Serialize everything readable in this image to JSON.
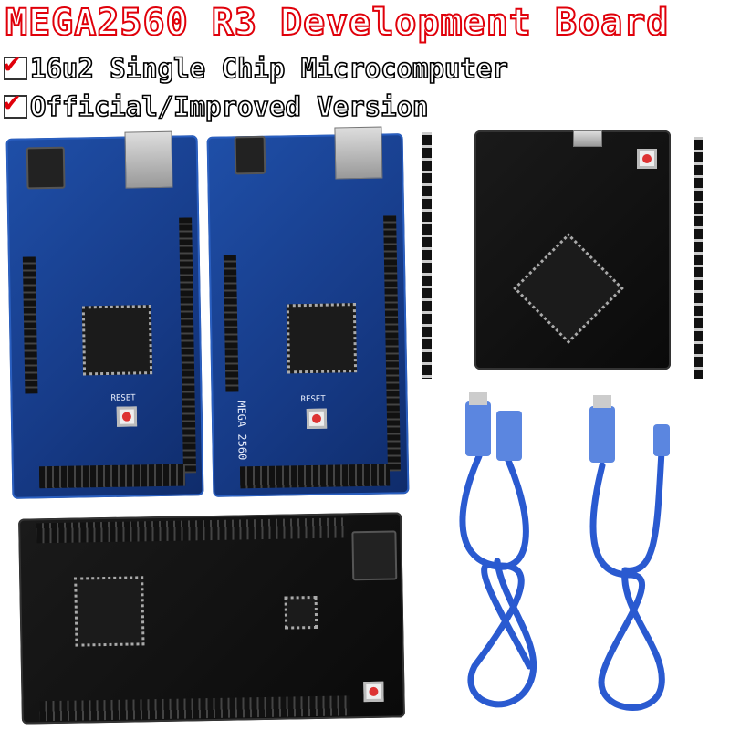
{
  "header": {
    "title": "MEGA2560 R3 Development Board",
    "features": [
      {
        "icon": "checkbox-checked-icon",
        "text": "16u2 Single Chip Microcomputer"
      },
      {
        "icon": "checkbox-checked-icon",
        "text": "Official/Improved Version"
      }
    ]
  },
  "colors": {
    "title_outline": "#e0000a",
    "board_blue": "#1f4fa8",
    "board_black": "#111111",
    "cable_blue": "#2a5ad0"
  },
  "boards": [
    {
      "name": "official-mega2560-blue",
      "labels": {
        "reset": "RESET"
      }
    },
    {
      "name": "improved-mega2560-blue",
      "labels": {
        "model": "MEGA 2560",
        "reset": "RESET"
      }
    },
    {
      "name": "mega2560-pro-mini-black"
    },
    {
      "name": "mega2560-wifi-black"
    }
  ],
  "cables": [
    {
      "name": "usb-a-to-b-cable"
    },
    {
      "name": "usb-a-to-micro-cable"
    }
  ]
}
